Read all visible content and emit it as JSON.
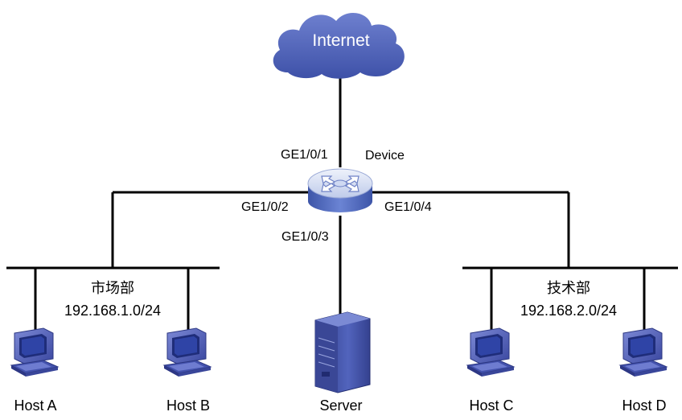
{
  "cloud": {
    "label": "Internet"
  },
  "device": {
    "label": "Device",
    "ports": {
      "uplink": "GE1/0/1",
      "left": "GE1/0/2",
      "down": "GE1/0/3",
      "right": "GE1/0/4"
    }
  },
  "networks": [
    {
      "name": "市场部",
      "subnet": "192.168.1.0/24"
    },
    {
      "name": "技术部",
      "subnet": "192.168.2.0/24"
    }
  ],
  "nodes": {
    "host_a": "Host A",
    "host_b": "Host B",
    "server": "Server",
    "host_c": "Host C",
    "host_d": "Host D"
  },
  "colors": {
    "cloud": "#4f62b6",
    "device_body": "#5b73c4",
    "device_top": "#d8e0f4",
    "host_body": "#4a56b0",
    "screen": "#2a3a8c",
    "server_body": "#3c4a99",
    "line": "#000000"
  }
}
